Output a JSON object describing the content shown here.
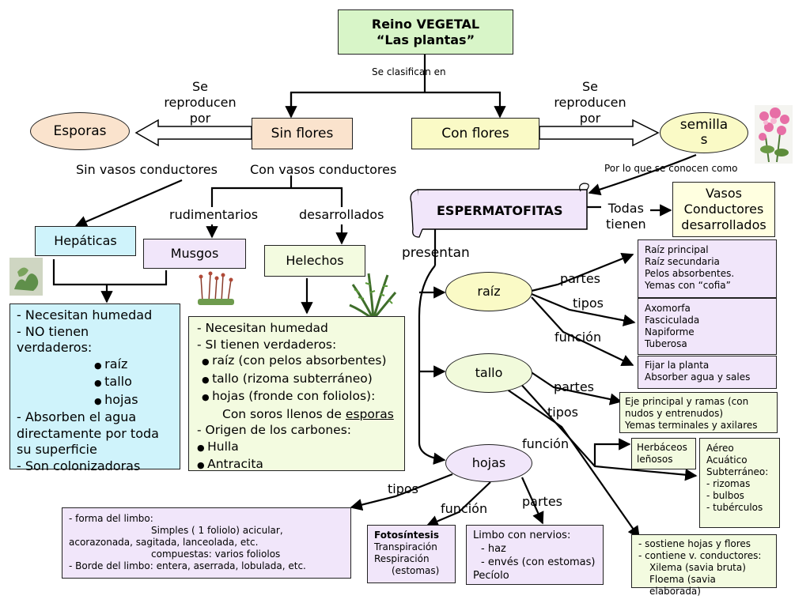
{
  "root": {
    "line1": "Reino VEGETAL",
    "line2": "“Las plantas”"
  },
  "se_clasifican": "Se clasifican en",
  "reproducen_left": [
    "Se",
    "reproducen",
    "por"
  ],
  "reproducen_right": [
    "Se",
    "reproducen",
    "por"
  ],
  "esporas": "Esporas",
  "sin_flores": "Sin flores",
  "con_flores": "Con flores",
  "semillas": [
    "semilla",
    "s"
  ],
  "sin_vasos": "Sin vasos conductores",
  "con_vasos": "Con vasos conductores",
  "por_lo_que": "Por lo que se conocen como",
  "rudimentarios": "rudimentarios",
  "desarrollados": "desarrollados",
  "hepaticas": "Hepáticas",
  "musgos": "Musgos",
  "helechos": "Helechos",
  "espermatofitas": "ESPERMATOFITAS",
  "todas_tienen": [
    "Todas",
    "tienen"
  ],
  "vasos_box": [
    "Vasos",
    "Conductores",
    "desarrollados"
  ],
  "presentan": "presentan",
  "raiz": "raíz",
  "tallo": "tallo",
  "hojas": "hojas",
  "partes_raiz": "partes",
  "tipos_raiz": "tipos",
  "funcion_raiz": "función",
  "partes_tallo": "partes",
  "tipos_tallo": "tipos",
  "funcion_tallo": "función",
  "tipos_hojas": "tipos",
  "funcion_hojas": "función",
  "partes_hojas": "partes",
  "raiz_partes_box": [
    "Raíz principal",
    "Raíz secundaria",
    "Pelos absorbentes.",
    "Yemas con “cofia”"
  ],
  "raiz_tipos_box": [
    "Axomorfa",
    "Fasciculada",
    "Napiforme",
    "Tuberosa"
  ],
  "raiz_funcion_box": [
    "Fijar la planta",
    "Absorber agua y sales"
  ],
  "tallo_partes_box": [
    "Eje principal y ramas (con",
    "nudos y entrenudos)",
    "Yemas terminales y axilares"
  ],
  "tallo_tipos_a": [
    "Herbáceos",
    "leñosos"
  ],
  "tallo_tipos_b": [
    "Aéreo",
    "Acuático",
    "Subterráneo:",
    "- rizomas",
    "- bulbos",
    "- tubérculos"
  ],
  "tallo_funcion_box": [
    "- sostiene hojas y flores",
    "- contiene v. conductores:",
    "Xilema (savia bruta)",
    "Floema (savia elaborada)"
  ],
  "hojas_tipos_box": {
    "l1": "- forma del limbo:",
    "l2": "Simples ( 1 foliolo)  acicular,",
    "l3": "acorazonada, sagitada, lanceolada, etc.",
    "l4": "compuestas: varios foliolos",
    "l5": "- Borde del limbo: entera, aserrada, lobulada, etc."
  },
  "hojas_funcion_box": {
    "l1": "Fotosíntesis",
    "l2": "Transpiración",
    "l3": "Respiración",
    "l4": "(estomas)"
  },
  "hojas_partes_box": [
    "Limbo con nervios:",
    "- haz",
    "- envés (con estomas)",
    "Pecíolo"
  ],
  "hepaticas_box": {
    "l1": "- Necesitan humedad",
    "l2": "- NO tienen",
    "l3": "verdaderos:",
    "items": [
      "raíz",
      "tallo",
      "hojas"
    ],
    "l4": "- Absorben el agua",
    "l5": "directamente por toda",
    "l6": "su superficie",
    "l7": "- Son colonizadoras"
  },
  "helechos_box": {
    "l1": "- Necesitan humedad",
    "l2": "- SI tienen verdaderos:",
    "items": [
      "raíz (con pelos absorbentes)",
      "tallo (rizoma subterráneo)",
      "hojas (fronde con foliolos):"
    ],
    "l3a": "Con soros llenos de ",
    "l3b": "esporas",
    "l4": "- Origen de los carbones:",
    "items2": [
      "Hulla",
      "Antracita"
    ]
  },
  "colors": {
    "line": "#000000",
    "ellipse_yellow": "#fafac6",
    "lavender": "#f1e6fa",
    "cyan": "#cff3fb"
  }
}
